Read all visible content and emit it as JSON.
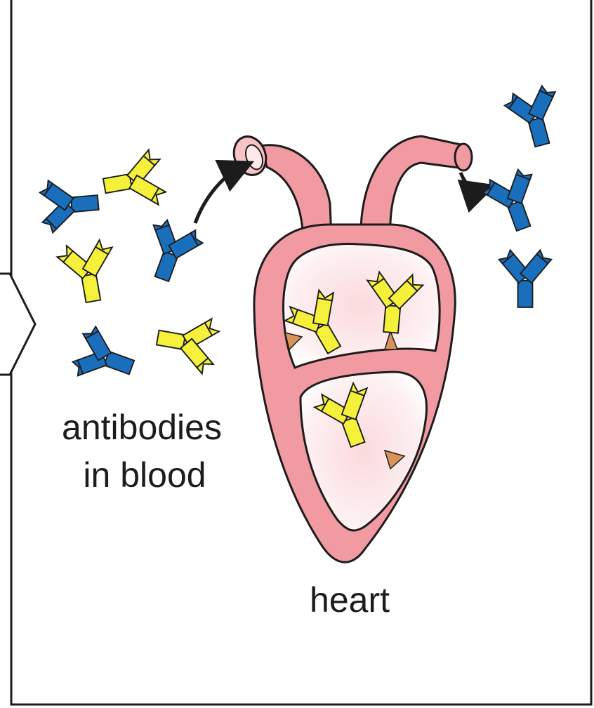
{
  "labels": {
    "antibodies_line1": "antibodies",
    "antibodies_line2": "in blood",
    "heart": "heart"
  },
  "colors": {
    "antibody_blue": "#1a6fbd",
    "antibody_yellow": "#f5f03a",
    "heart_pink": "#f29aa2",
    "heart_inner": "#fbe0e2",
    "antigen": "#d9935a",
    "ink": "#1c1c1c"
  },
  "icons": {
    "flow_arrow": "curved-arrow",
    "previous_step": "chevron-right-icon"
  }
}
